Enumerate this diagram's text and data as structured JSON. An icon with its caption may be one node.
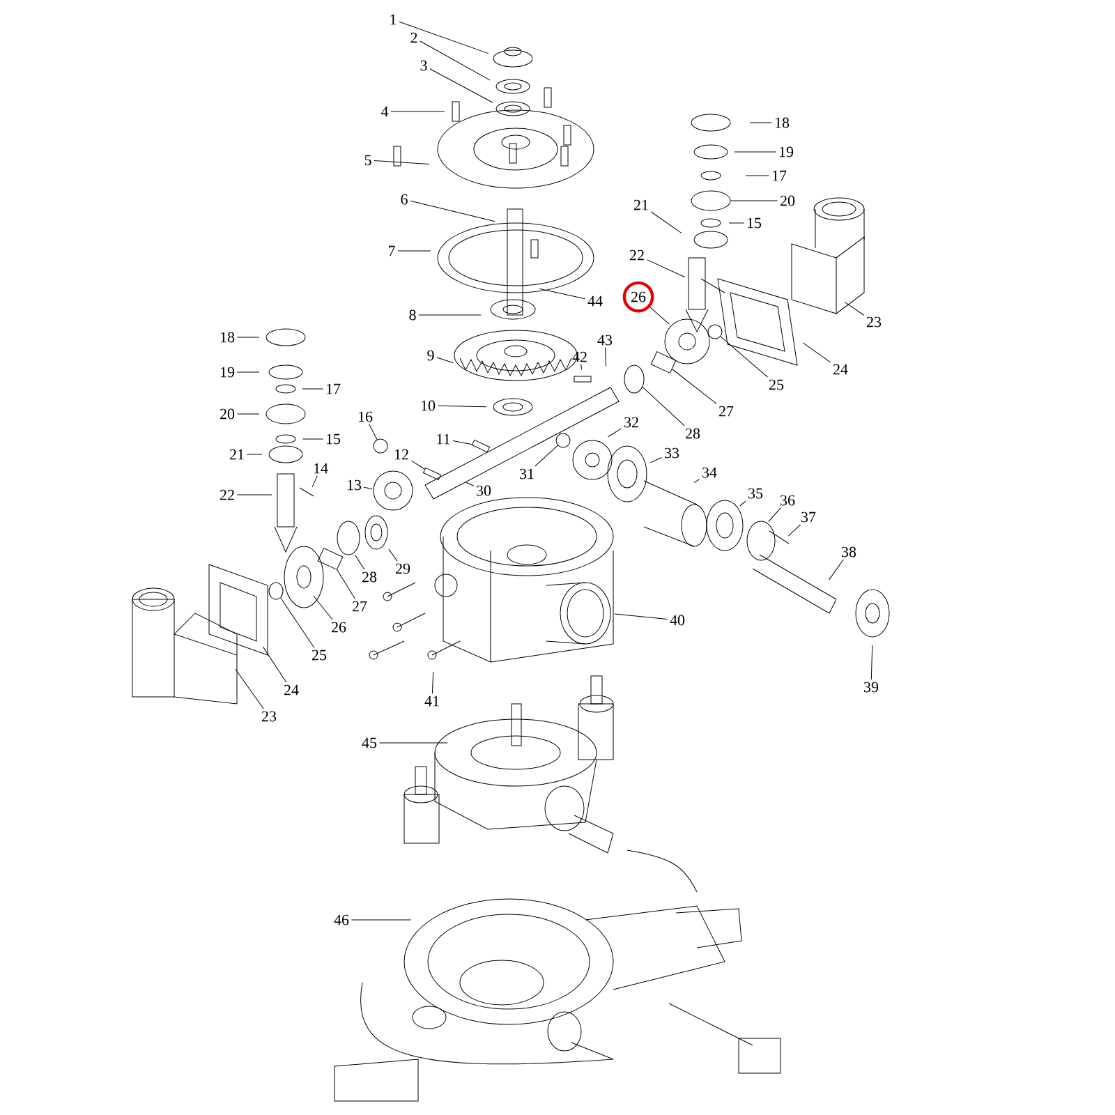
{
  "diagram": {
    "nodes": [
      {
        "text": [
          "1"
        ]
      },
      {
        "text": [
          "2"
        ]
      },
      {
        "text": [
          "3"
        ]
      },
      {
        "text": [
          "4"
        ]
      },
      {
        "text": [
          "18"
        ]
      },
      {
        "text": [
          "19"
        ]
      },
      {
        "text": [
          "5"
        ]
      },
      {
        "text": [
          "17"
        ]
      },
      {
        "text": [
          "6"
        ]
      },
      {
        "text": [
          "20"
        ]
      },
      {
        "text": [
          "21"
        ]
      },
      {
        "text": [
          "15"
        ]
      },
      {
        "text": [
          "7"
        ]
      },
      {
        "text": [
          "22"
        ]
      },
      {
        "text": [
          "26"
        ]
      },
      {
        "text": [
          "44"
        ]
      },
      {
        "text": [
          "8"
        ]
      },
      {
        "text": [
          "23"
        ]
      },
      {
        "text": [
          "18"
        ]
      },
      {
        "text": [
          "9"
        ]
      },
      {
        "text": [
          "43"
        ]
      },
      {
        "text": [
          "42"
        ]
      },
      {
        "text": [
          "24"
        ]
      },
      {
        "text": [
          "19"
        ]
      },
      {
        "text": [
          "25"
        ]
      },
      {
        "text": [
          "17"
        ]
      },
      {
        "text": [
          "10"
        ]
      },
      {
        "text": [
          "27"
        ]
      },
      {
        "text": [
          "20"
        ]
      },
      {
        "text": [
          "16"
        ]
      },
      {
        "text": [
          "32"
        ]
      },
      {
        "text": [
          "28"
        ]
      },
      {
        "text": [
          "11"
        ]
      },
      {
        "text": [
          "15"
        ]
      },
      {
        "text": [
          "33"
        ]
      },
      {
        "text": [
          "21"
        ]
      },
      {
        "text": [
          "12"
        ]
      },
      {
        "text": [
          "14"
        ]
      },
      {
        "text": [
          "34"
        ]
      },
      {
        "text": [
          "31"
        ]
      },
      {
        "text": [
          "13"
        ]
      },
      {
        "text": [
          "30"
        ]
      },
      {
        "text": [
          "22"
        ]
      },
      {
        "text": [
          "35"
        ]
      },
      {
        "text": [
          "36"
        ]
      },
      {
        "text": [
          "37"
        ]
      },
      {
        "text": [
          "38"
        ]
      },
      {
        "text": [
          "29"
        ]
      },
      {
        "text": [
          "28"
        ]
      },
      {
        "text": [
          "27"
        ]
      },
      {
        "text": [
          "40"
        ]
      },
      {
        "text": [
          "26"
        ]
      },
      {
        "text": [
          "25"
        ]
      },
      {
        "text": [
          "39"
        ]
      },
      {
        "text": [
          "24"
        ]
      },
      {
        "text": [
          "41"
        ]
      },
      {
        "text": [
          "23"
        ]
      },
      {
        "text": [
          "45"
        ]
      },
      {
        "text": [
          "46"
        ]
      },
      {
        "text": [],
        "shape": "circle"
      },
      {
        "text": [],
        "shape": "cylinder"
      },
      {
        "text": [],
        "shape": "circle"
      },
      {
        "text": [],
        "shape": "bar"
      },
      {
        "text": [],
        "shape": "bar"
      },
      {
        "text": [],
        "shape": "circle"
      },
      {
        "text": [],
        "shape": "circle"
      },
      {
        "text": [],
        "shape": "cylinder"
      },
      {
        "text": [],
        "shape": "circle"
      },
      {
        "text": [],
        "shape": "circle"
      }
    ],
    "edges": [
      {
        "from": 0,
        "to": null,
        "arrow": "none"
      },
      {
        "from": 1,
        "to": null,
        "arrow": "none"
      },
      {
        "from": 2,
        "to": null,
        "arrow": "none"
      },
      {
        "from": 3,
        "to": null,
        "arrow": "none"
      },
      {
        "from": 4,
        "to": null,
        "arrow": "none"
      },
      {
        "from": 5,
        "to": null,
        "arrow": "none"
      },
      {
        "from": 6,
        "to": null,
        "arrow": "none"
      },
      {
        "from": 7,
        "to": null,
        "arrow": "none"
      },
      {
        "from": 8,
        "to": null,
        "arrow": "none"
      },
      {
        "from": 9,
        "to": 68,
        "arrow": "none"
      },
      {
        "from": 10,
        "to": null,
        "arrow": "none"
      },
      {
        "from": 11,
        "to": null,
        "arrow": "none"
      },
      {
        "from": 12,
        "to": null,
        "arrow": "none"
      },
      {
        "from": 13,
        "to": null,
        "arrow": "none"
      },
      {
        "from": 14,
        "to": null,
        "arrow": "none"
      },
      {
        "from": 15,
        "to": null,
        "arrow": "none"
      },
      {
        "from": 16,
        "to": null,
        "arrow": "none"
      },
      {
        "from": 17,
        "to": null,
        "arrow": "none"
      },
      {
        "from": 18,
        "to": null,
        "arrow": "none"
      },
      {
        "from": 19,
        "to": null,
        "arrow": "none"
      },
      {
        "from": 20,
        "to": null,
        "arrow": "none"
      },
      {
        "from": 21,
        "to": null,
        "arrow": "none"
      },
      {
        "from": 22,
        "to": null,
        "arrow": "none"
      },
      {
        "from": 23,
        "to": null,
        "arrow": "none"
      },
      {
        "from": 24,
        "to": 59,
        "arrow": "none"
      },
      {
        "from": 25,
        "to": null,
        "arrow": "none"
      },
      {
        "from": 26,
        "to": null,
        "arrow": "none"
      },
      {
        "from": 27,
        "to": 60,
        "arrow": "none"
      },
      {
        "from": 28,
        "to": null,
        "arrow": "none"
      },
      {
        "from": 29,
        "to": 67,
        "arrow": "none"
      },
      {
        "from": 30,
        "to": null,
        "arrow": "none"
      },
      {
        "from": 31,
        "to": 61,
        "arrow": "none"
      },
      {
        "from": 32,
        "to": 62,
        "arrow": "none"
      },
      {
        "from": 33,
        "to": null,
        "arrow": "none"
      },
      {
        "from": 34,
        "to": null,
        "arrow": "none"
      },
      {
        "from": 35,
        "to": null,
        "arrow": "none"
      },
      {
        "from": 36,
        "to": 63,
        "arrow": "none"
      },
      {
        "from": 37,
        "to": null,
        "arrow": "none"
      },
      {
        "from": 38,
        "to": null,
        "arrow": "none"
      },
      {
        "from": 39,
        "to": 64,
        "arrow": "none"
      },
      {
        "from": 40,
        "to": null,
        "arrow": "none"
      },
      {
        "from": 41,
        "to": null,
        "arrow": "none"
      },
      {
        "from": 42,
        "to": null,
        "arrow": "none"
      },
      {
        "from": 43,
        "to": null,
        "arrow": "none"
      },
      {
        "from": 44,
        "to": null,
        "arrow": "none"
      },
      {
        "from": 45,
        "to": null,
        "arrow": "none"
      },
      {
        "from": 46,
        "to": null,
        "arrow": "none"
      },
      {
        "from": 47,
        "to": null,
        "arrow": "none"
      },
      {
        "from": 48,
        "to": null,
        "arrow": "none"
      },
      {
        "from": 49,
        "to": 66,
        "arrow": "none"
      },
      {
        "from": 50,
        "to": null,
        "arrow": "none"
      },
      {
        "from": 51,
        "to": null,
        "arrow": "none"
      },
      {
        "from": 52,
        "to": 65,
        "arrow": "none"
      },
      {
        "from": 53,
        "to": null,
        "arrow": "none"
      },
      {
        "from": 54,
        "to": null,
        "arrow": "none"
      },
      {
        "from": 55,
        "to": null,
        "arrow": "none"
      },
      {
        "from": 56,
        "to": null,
        "arrow": "none"
      },
      {
        "from": 57,
        "to": null,
        "arrow": "none"
      },
      {
        "from": 58,
        "to": null,
        "arrow": "none"
      }
    ]
  }
}
